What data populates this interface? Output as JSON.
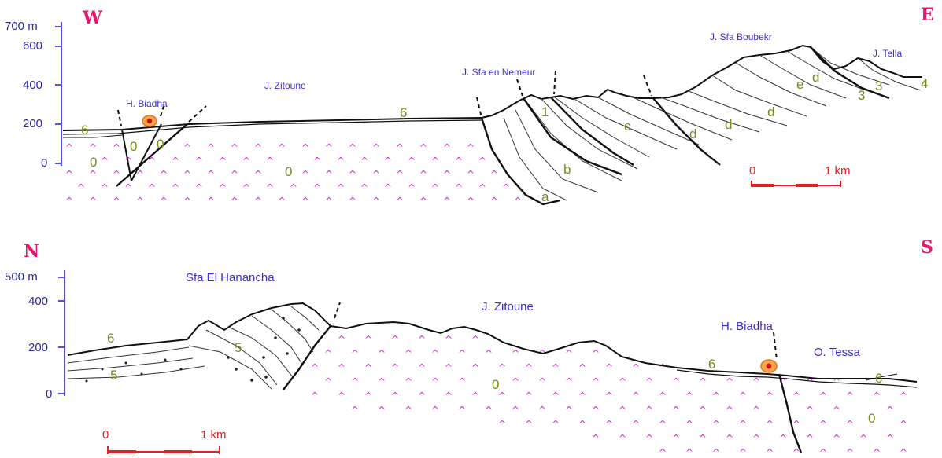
{
  "colors": {
    "axis": "#5050e6",
    "cardinal": "#e6156e",
    "place_label": "#3a2fd0",
    "unit_number": "#7a8a1a",
    "evaporite_symbol": "#e21fd6",
    "scale_bar": "#e32020",
    "outline": "#111111",
    "spring_marker": "#f08a2a"
  },
  "section_we": {
    "west_label": "W",
    "east_label": "E",
    "elevation_axis": {
      "ticks": [
        {
          "label": "700 m",
          "value": 700
        },
        {
          "label": "600",
          "value": 600
        },
        {
          "label": "400",
          "value": 400
        },
        {
          "label": "200",
          "value": 200
        },
        {
          "label": "0",
          "value": 0
        }
      ]
    },
    "places": [
      "H. Biadha",
      "J. Zitoune",
      "J. Sfa en Nemeur",
      "J. Sfa Boubekr",
      "J. Tella"
    ],
    "units": [
      "6",
      "0",
      "0",
      "0",
      "0",
      "6",
      "1",
      "b",
      "a",
      "c",
      "d",
      "d",
      "d",
      "d",
      "e",
      "3",
      "3",
      "4"
    ],
    "scale": {
      "start": "0",
      "end": "1 km"
    },
    "evaporite_symbol": "^"
  },
  "section_ns": {
    "north_label": "N",
    "south_label": "S",
    "elevation_axis": {
      "ticks": [
        {
          "label": "500 m",
          "value": 500
        },
        {
          "label": "400",
          "value": 400
        },
        {
          "label": "200",
          "value": 200
        },
        {
          "label": "0",
          "value": 0
        }
      ]
    },
    "places": [
      "Sfa El Hanancha",
      "J. Zitoune",
      "H. Biadha",
      "O. Tessa"
    ],
    "units": [
      "6",
      "5",
      "5",
      "0",
      "6",
      "6",
      "0"
    ],
    "scale": {
      "start": "0",
      "end": "1 km"
    },
    "evaporite_symbol": "^"
  }
}
